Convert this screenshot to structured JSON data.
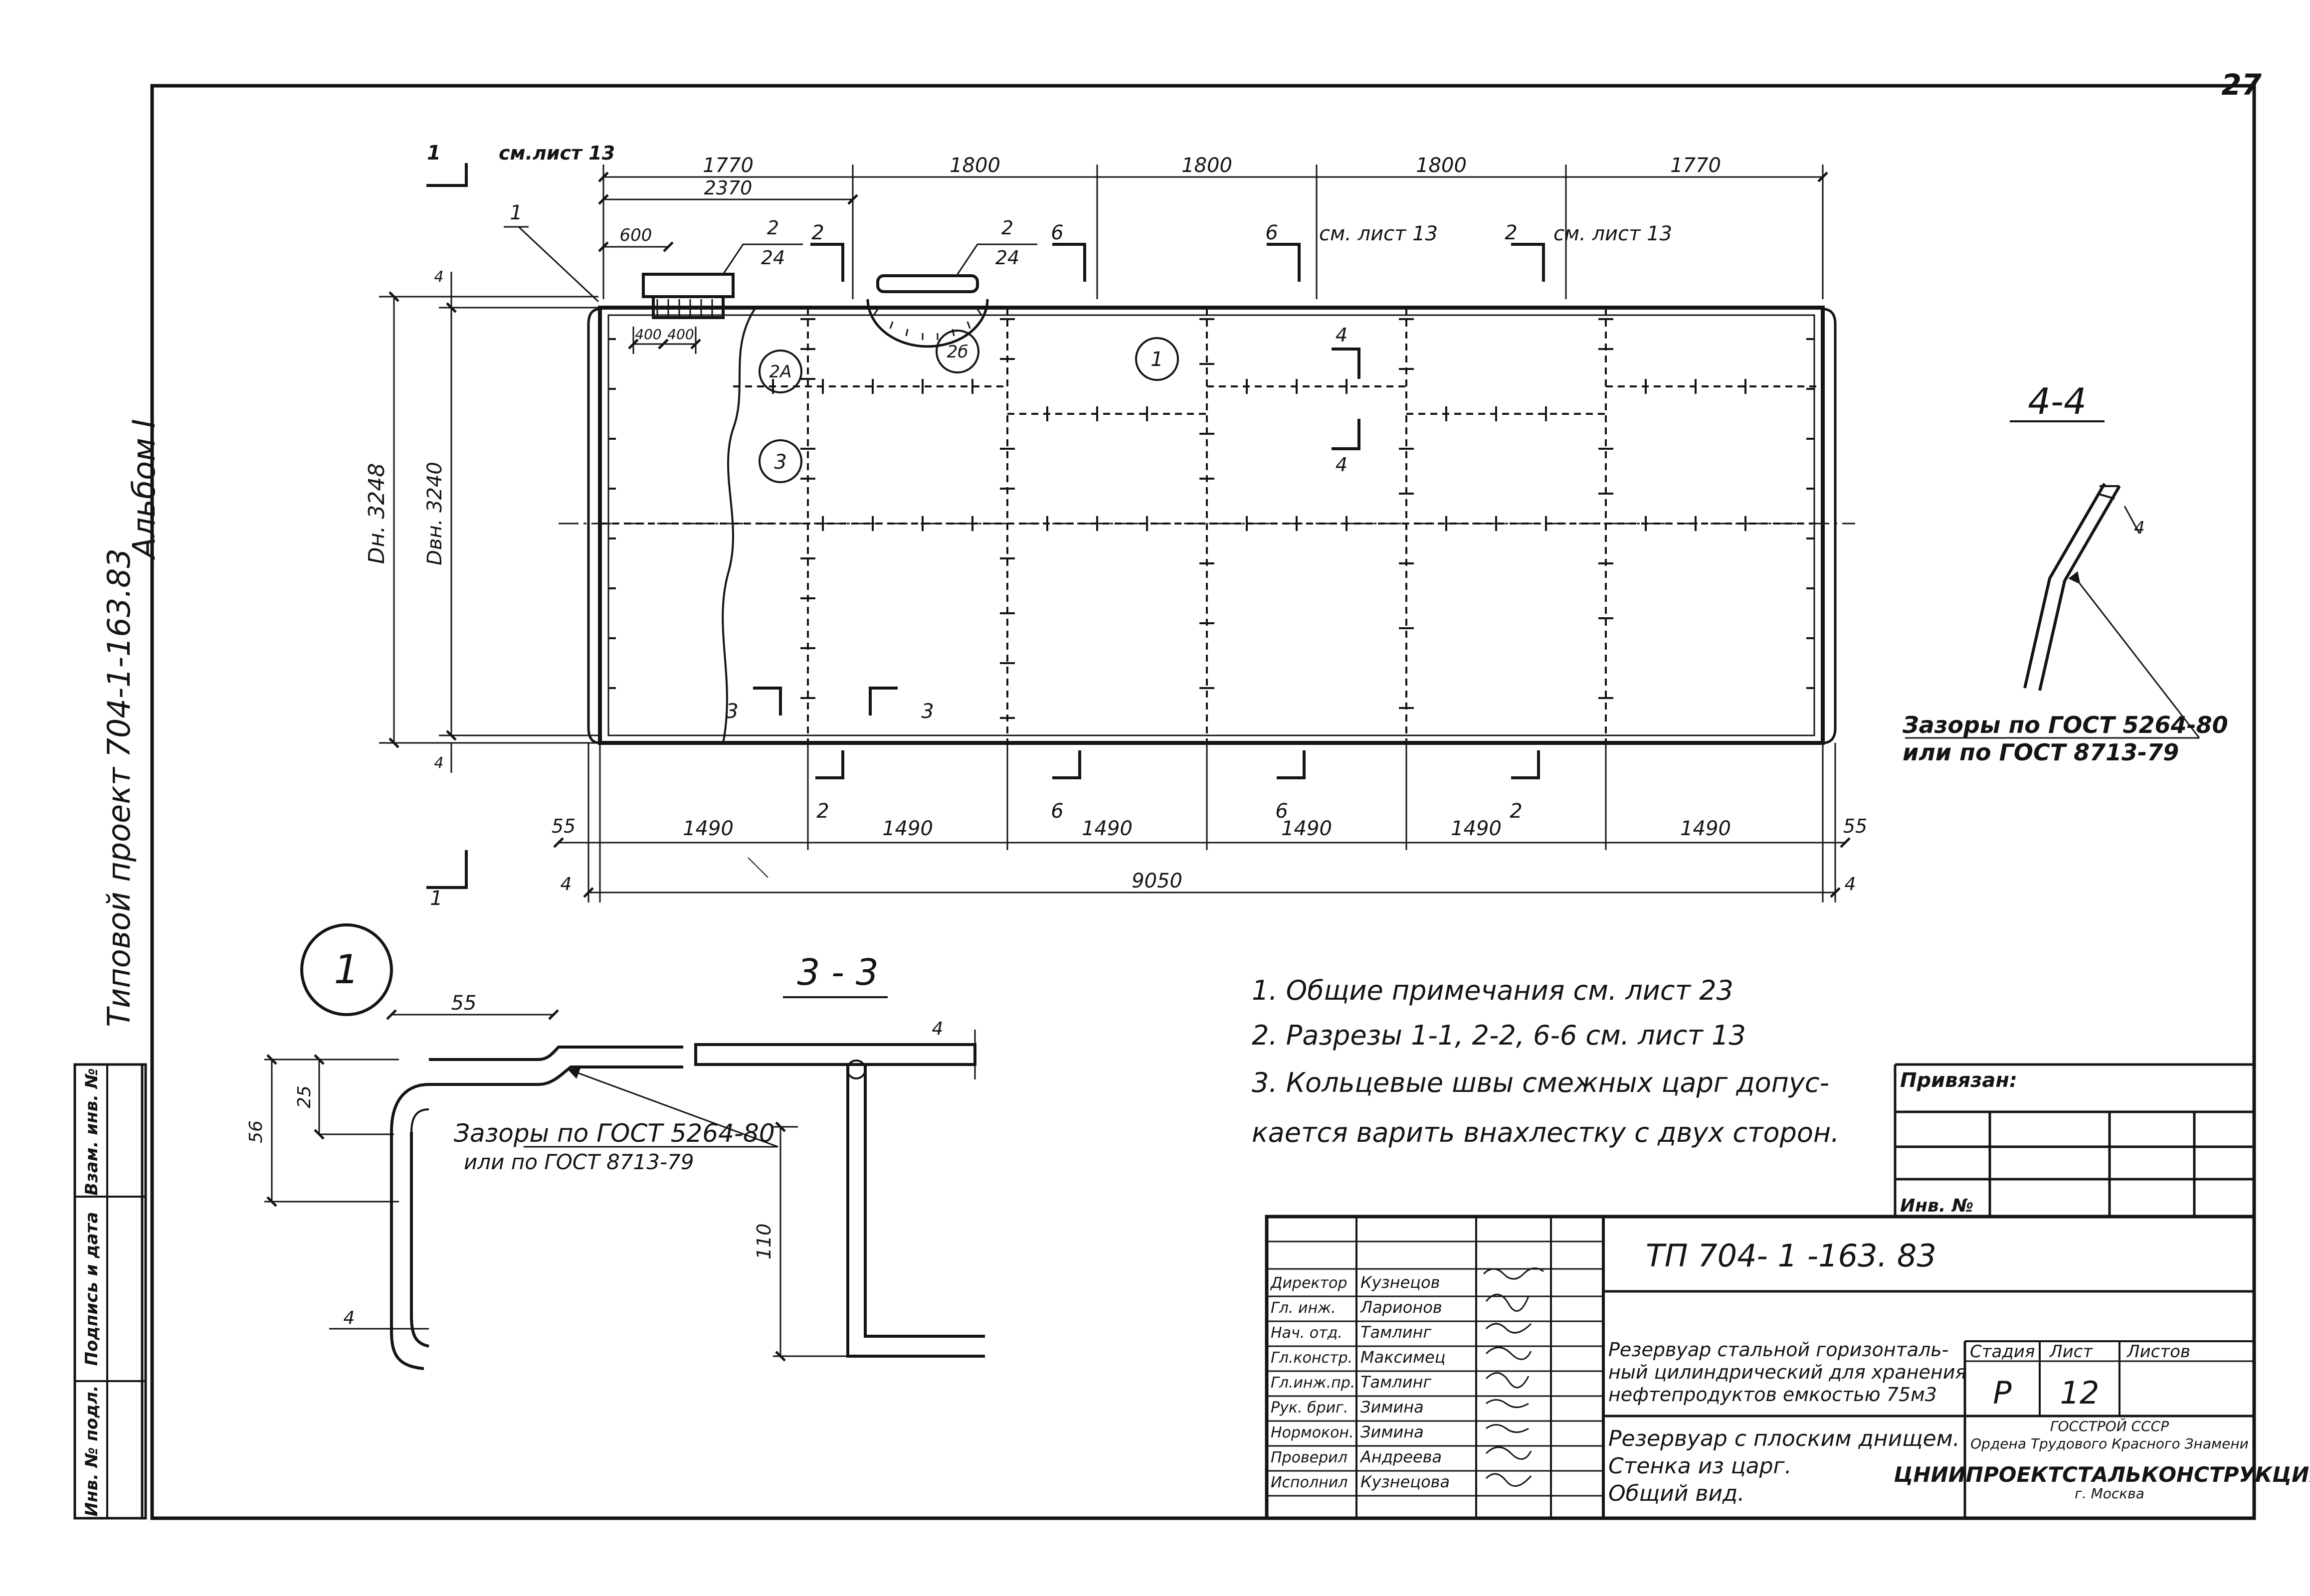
{
  "sheet": {
    "page_number": "27",
    "album_label": "Альбом I",
    "project_label": "Типовой проект 704-1-163.83",
    "left_side_labels": [
      "Инв. № подл.",
      "Подпись и дата",
      "Взам. инв. №"
    ]
  },
  "main_view": {
    "top_dims": [
      "1770",
      "1800",
      "1800",
      "1800",
      "1770"
    ],
    "sub_dims": [
      "2370",
      "600",
      "400",
      "400"
    ],
    "height_dims": {
      "outer": "Dн. 3248",
      "inner": "Dвн. 3240",
      "gap": "4"
    },
    "bottom_dims": [
      "1490",
      "1490",
      "1490",
      "1490",
      "1490",
      "1490"
    ],
    "edge_dims": {
      "left": "55",
      "right": "55"
    },
    "total_dim": "9050",
    "thickness_labels": {
      "bottom_left": "4",
      "bottom_right": "4",
      "top_left": "4",
      "bottom_edge_left": "4"
    },
    "section_marks": [
      {
        "id": "sec-1-top",
        "label": "1",
        "note": "см.лист 13"
      },
      {
        "id": "sec-1-bottom",
        "label": "1"
      },
      {
        "id": "sec-2a",
        "label": "2"
      },
      {
        "id": "sec-6a",
        "label": "6"
      },
      {
        "id": "sec-6b",
        "label": "6",
        "note": "см. лист 13"
      },
      {
        "id": "sec-2b",
        "label": "2",
        "note": "см. лист 13"
      },
      {
        "id": "sec-2-bottom",
        "label": "2"
      },
      {
        "id": "sec-6-bottom",
        "label": "6"
      },
      {
        "id": "sec-6-bottom2",
        "label": "6"
      },
      {
        "id": "sec-2-bottom2",
        "label": "2"
      },
      {
        "id": "sec-4a",
        "label": "4"
      },
      {
        "id": "sec-4b",
        "label": "4"
      },
      {
        "id": "sec-3-left",
        "label": "3"
      },
      {
        "id": "sec-3-right",
        "label": "3"
      }
    ],
    "leader_refs": [
      "1"
    ],
    "flag_refs": [
      {
        "top": "2",
        "bottom": "24"
      },
      {
        "top": "2",
        "bottom": "24"
      }
    ],
    "circle_callouts": [
      "2А",
      "3",
      "2б",
      "1"
    ]
  },
  "detail_4_4": {
    "title": "4-4",
    "dim": "4",
    "note_line1": "Зазоры по ГОСТ 5264-80",
    "note_line2": "или по ГОСТ 8713-79"
  },
  "detail_1": {
    "callout": "1",
    "dims": {
      "top": "55",
      "height": "56",
      "inner": "25",
      "thickness": "4"
    },
    "note_line1": "Зазоры по ГОСТ 5264-80",
    "note_line2": "или по ГОСТ 8713-79"
  },
  "detail_3_3": {
    "title": "3 - 3",
    "dims": {
      "thickness": "4",
      "height": "110"
    }
  },
  "notes": [
    "1.  Общие примечания см. лист 23",
    "2.  Разрезы  1-1, 2-2, 6-6 см. лист 13",
    "3.  Кольцевые  швы  смежных  царг  допус-",
    "кается варить внахлестку с двух сторон."
  ],
  "binding_block": {
    "title": "Привязан:",
    "inv_label": "Инв. №"
  },
  "title_block": {
    "code": "ТП  704- 1 -163. 83",
    "staff": [
      {
        "role": "Директор",
        "name": "Кузнецов"
      },
      {
        "role": "Гл. инж.",
        "name": "Ларионов"
      },
      {
        "role": "Нач. отд.",
        "name": "Тамлинг"
      },
      {
        "role": "Гл.констр.",
        "name": "Максимец"
      },
      {
        "role": "Гл.инж.пр.",
        "name": "Тамлинг"
      },
      {
        "role": "Рук. бриг.",
        "name": "Зимина"
      },
      {
        "role": "Нормокон.",
        "name": "Зимина"
      },
      {
        "role": "Проверил",
        "name": "Андреева"
      },
      {
        "role": "Исполнил",
        "name": "Кузнецова"
      }
    ],
    "object_lines": [
      "Резервуар стальной горизонталь-",
      "ный цилиндрический для хранения",
      "нефтепродуктов емкостью 75м3"
    ],
    "sheet_title_lines": [
      "Резервуар с плоским днищем.",
      "Стенка из царг.",
      "Общий вид."
    ],
    "stage_label": "Стадия",
    "sheet_label": "Лист",
    "sheets_label": "Листов",
    "stage_value": "Р",
    "sheet_value": "12",
    "sheets_value": "",
    "org_lines": [
      "ГОССТРОЙ СССР",
      "Ордена Трудового Красного Знамени",
      "ЦНИИПРОЕКТСТАЛЬКОНСТРУКЦИЯ",
      "г. Москва"
    ]
  }
}
